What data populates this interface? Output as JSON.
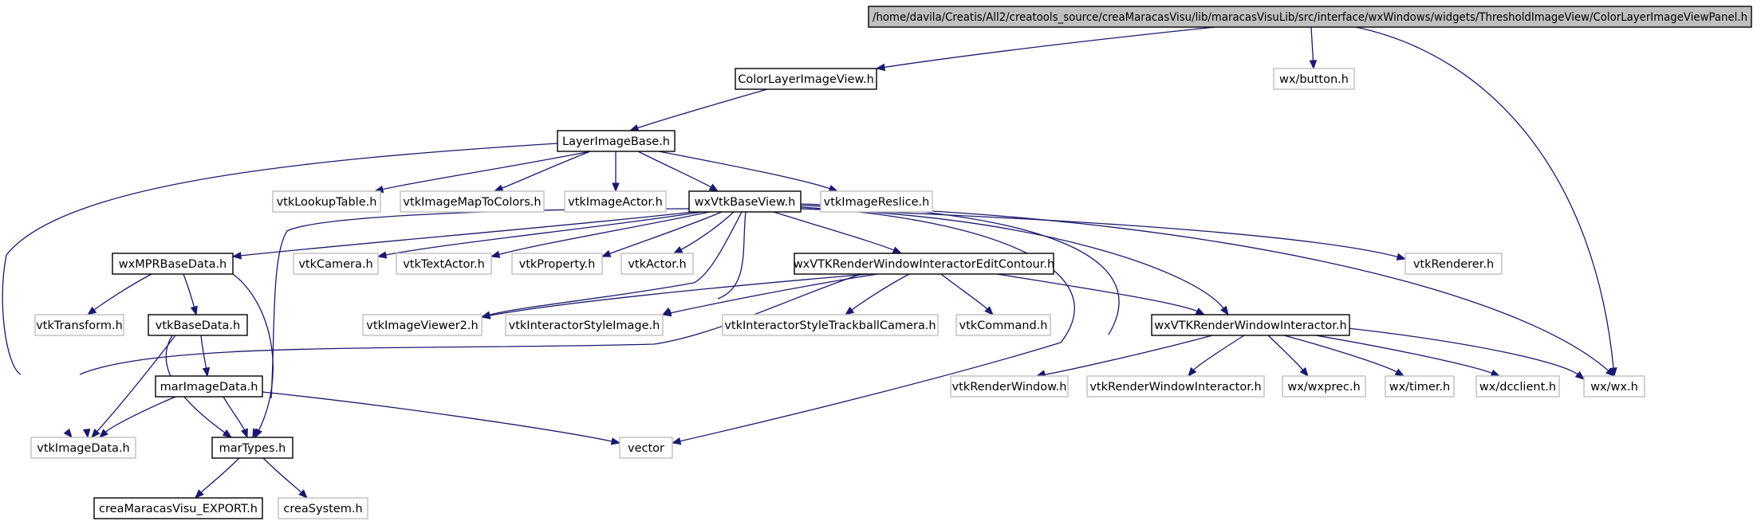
{
  "graph": {
    "colors": {
      "edge": "#191970",
      "root_fill": "#bfbfbf",
      "documented_border": "#000000",
      "undocumented_border": "#bfbfbf",
      "node_fill": "#ffffff"
    },
    "nodes": [
      {
        "id": "root",
        "label": "/home/davila/Creatis/All2/creatools_source/creaMaracasVisu/lib/maracasVisuLib/src/interface/wxWindows/widgets/ThresholdImageView/ColorLayerImageViewPanel.h",
        "style": "root"
      },
      {
        "id": "colorlayer",
        "label": "ColorLayerImageView.h",
        "style": "documented"
      },
      {
        "id": "wxbutton",
        "label": "wx/button.h",
        "style": "external"
      },
      {
        "id": "layerbase",
        "label": "LayerImageBase.h",
        "style": "documented"
      },
      {
        "id": "lut",
        "label": "vtkLookupTable.h",
        "style": "external"
      },
      {
        "id": "imgmap",
        "label": "vtkImageMapToColors.h",
        "style": "external"
      },
      {
        "id": "imgactor",
        "label": "vtkImageActor.h",
        "style": "external"
      },
      {
        "id": "wxvtkbase",
        "label": "wxVtkBaseView.h",
        "style": "documented"
      },
      {
        "id": "reslice",
        "label": "vtkImageReslice.h",
        "style": "external"
      },
      {
        "id": "wxmpr",
        "label": "wxMPRBaseData.h",
        "style": "documented"
      },
      {
        "id": "camera",
        "label": "vtkCamera.h",
        "style": "external"
      },
      {
        "id": "textactor",
        "label": "vtkTextActor.h",
        "style": "external"
      },
      {
        "id": "property",
        "label": "vtkProperty.h",
        "style": "external"
      },
      {
        "id": "actor",
        "label": "vtkActor.h",
        "style": "external"
      },
      {
        "id": "editcontour",
        "label": "wxVTKRenderWindowInteractorEditContour.h",
        "style": "documented"
      },
      {
        "id": "renderer",
        "label": "vtkRenderer.h",
        "style": "external"
      },
      {
        "id": "transform",
        "label": "vtkTransform.h",
        "style": "external"
      },
      {
        "id": "vtkbasedata",
        "label": "vtkBaseData.h",
        "style": "documented"
      },
      {
        "id": "viewer2",
        "label": "vtkImageViewer2.h",
        "style": "external"
      },
      {
        "id": "styleimage",
        "label": "vtkInteractorStyleImage.h",
        "style": "external"
      },
      {
        "id": "trackball",
        "label": "vtkInteractorStyleTrackballCamera.h",
        "style": "external"
      },
      {
        "id": "command",
        "label": "vtkCommand.h",
        "style": "external"
      },
      {
        "id": "wxrwi",
        "label": "wxVTKRenderWindowInteractor.h",
        "style": "documented"
      },
      {
        "id": "marimage",
        "label": "marImageData.h",
        "style": "documented"
      },
      {
        "id": "renderwindow",
        "label": "vtkRenderWindow.h",
        "style": "external"
      },
      {
        "id": "rwinteractor",
        "label": "vtkRenderWindowInteractor.h",
        "style": "external"
      },
      {
        "id": "wxprec",
        "label": "wx/wxprec.h",
        "style": "external"
      },
      {
        "id": "wxtimer",
        "label": "wx/timer.h",
        "style": "external"
      },
      {
        "id": "dcclient",
        "label": "wx/dcclient.h",
        "style": "external"
      },
      {
        "id": "wxwx",
        "label": "wx/wx.h",
        "style": "external"
      },
      {
        "id": "imagedata",
        "label": "vtkImageData.h",
        "style": "external"
      },
      {
        "id": "martypes",
        "label": "marTypes.h",
        "style": "documented"
      },
      {
        "id": "vector",
        "label": "vector",
        "style": "external"
      },
      {
        "id": "export",
        "label": "creaMaracasVisu_EXPORT.h",
        "style": "documented"
      },
      {
        "id": "system",
        "label": "creaSystem.h",
        "style": "external"
      }
    ],
    "edges": [
      [
        "root",
        "colorlayer"
      ],
      [
        "root",
        "wxbutton"
      ],
      [
        "root",
        "wxwx"
      ],
      [
        "colorlayer",
        "layerbase"
      ],
      [
        "layerbase",
        "lut"
      ],
      [
        "layerbase",
        "imgmap"
      ],
      [
        "layerbase",
        "imgactor"
      ],
      [
        "layerbase",
        "wxvtkbase"
      ],
      [
        "layerbase",
        "reslice"
      ],
      [
        "layerbase",
        "imagedata"
      ],
      [
        "wxvtkbase",
        "wxmpr"
      ],
      [
        "wxvtkbase",
        "camera"
      ],
      [
        "wxvtkbase",
        "textactor"
      ],
      [
        "wxvtkbase",
        "property"
      ],
      [
        "wxvtkbase",
        "actor"
      ],
      [
        "wxvtkbase",
        "editcontour"
      ],
      [
        "wxvtkbase",
        "renderer"
      ],
      [
        "wxvtkbase",
        "viewer2"
      ],
      [
        "wxvtkbase",
        "styleimage"
      ],
      [
        "wxvtkbase",
        "wxrwi"
      ],
      [
        "wxvtkbase",
        "renderwindow"
      ],
      [
        "wxvtkbase",
        "wxwx"
      ],
      [
        "wxvtkbase",
        "martypes"
      ],
      [
        "wxvtkbase",
        "vector"
      ],
      [
        "wxmpr",
        "transform"
      ],
      [
        "wxmpr",
        "vtkbasedata"
      ],
      [
        "wxmpr",
        "martypes"
      ],
      [
        "editcontour",
        "viewer2"
      ],
      [
        "editcontour",
        "styleimage"
      ],
      [
        "editcontour",
        "trackball"
      ],
      [
        "editcontour",
        "command"
      ],
      [
        "editcontour",
        "wxrwi"
      ],
      [
        "editcontour",
        "imagedata"
      ],
      [
        "vtkbasedata",
        "marimage"
      ],
      [
        "vtkbasedata",
        "imagedata"
      ],
      [
        "vtkbasedata",
        "martypes"
      ],
      [
        "wxrwi",
        "renderwindow"
      ],
      [
        "wxrwi",
        "rwinteractor"
      ],
      [
        "wxrwi",
        "wxprec"
      ],
      [
        "wxrwi",
        "wxtimer"
      ],
      [
        "wxrwi",
        "dcclient"
      ],
      [
        "wxrwi",
        "wxwx"
      ],
      [
        "marimage",
        "imagedata"
      ],
      [
        "marimage",
        "martypes"
      ],
      [
        "marimage",
        "vector"
      ],
      [
        "martypes",
        "export"
      ],
      [
        "martypes",
        "system"
      ]
    ]
  }
}
